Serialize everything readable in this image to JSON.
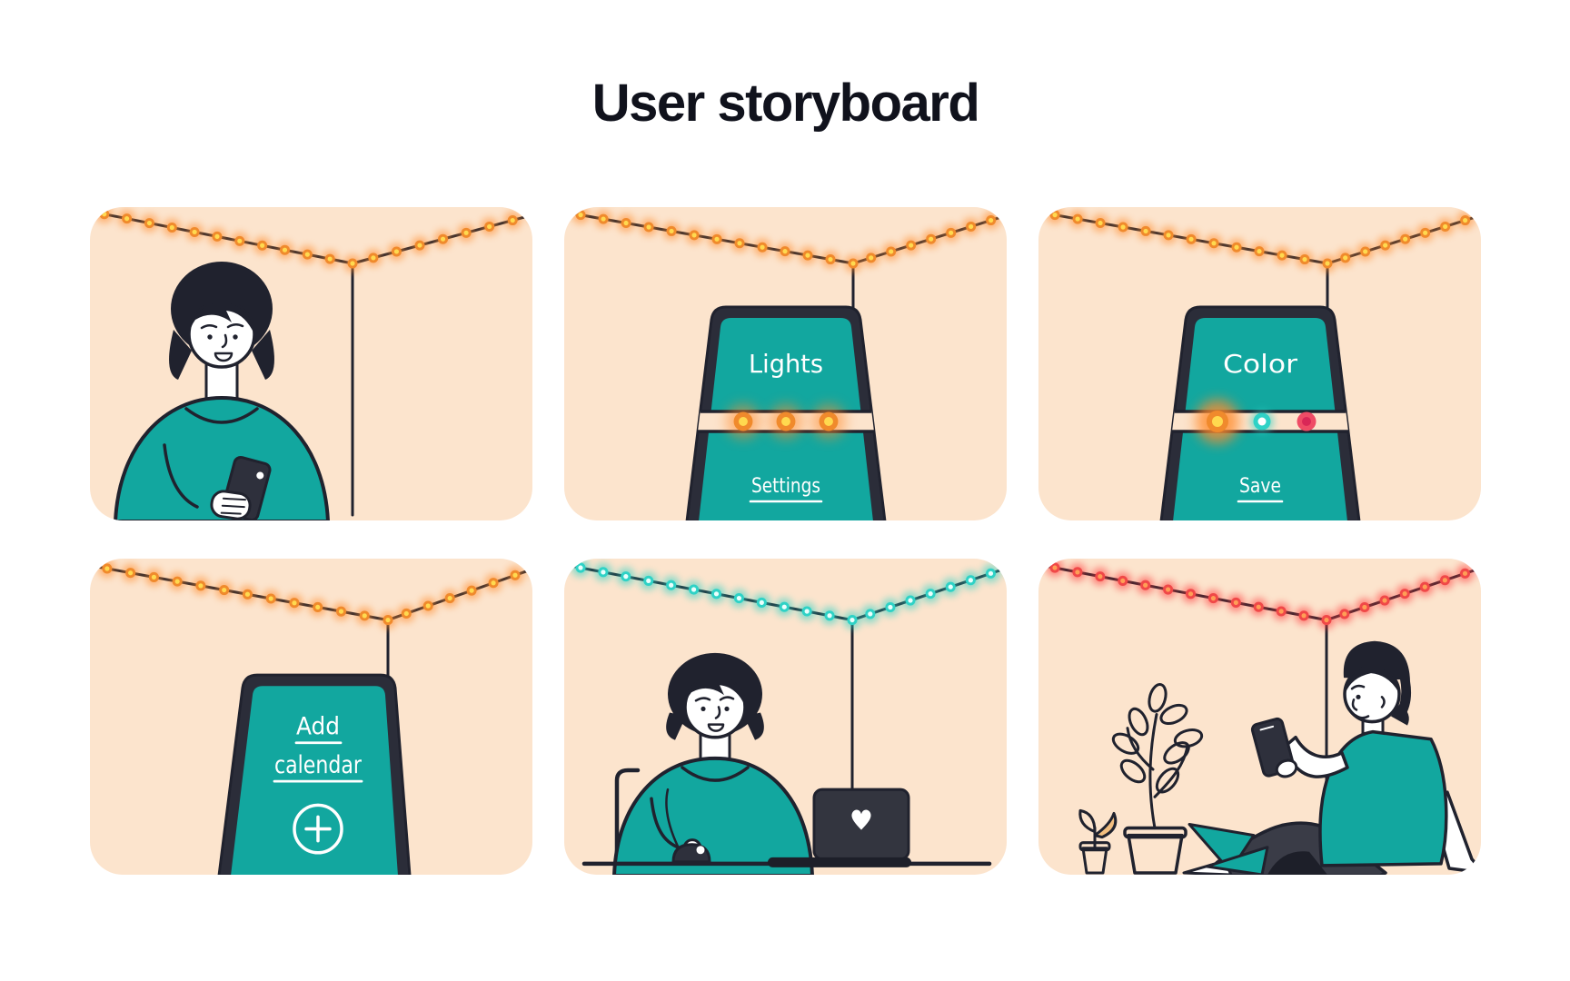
{
  "page": {
    "title": "User storyboard"
  },
  "screens": {
    "lights": {
      "title": "Lights",
      "action": "Settings"
    },
    "color": {
      "title": "Color",
      "action": "Save"
    },
    "add_calendar": {
      "title_line1": "Add",
      "title_line2": "calendar"
    }
  },
  "icons": {
    "plus": "plus-icon",
    "heart": "heart-icon"
  },
  "palette": {
    "page_bg": "#ffffff",
    "panel_bg": "#fce4cd",
    "title_ink": "#10121c",
    "ink": "#20222e",
    "teal": "#12a79f",
    "frame": "#2b2d39",
    "screen_device": "#2e303c",
    "laptop": "#33353f",
    "laptop_base": "#1d1f29",
    "pants": "#3a3c47",
    "pants_shadow": "#1d1f29",
    "crimson": "#ef4c66",
    "crimson_deep": "#d92757",
    "leaf_tint": "#f2be7f",
    "white": "#ffffff"
  },
  "lights": {
    "orange": {
      "core": "#f08a2c",
      "center": "#ffd94f",
      "glow": "#ff8c2e"
    },
    "teal": {
      "core": "#2fd2c6",
      "center": "#eafffd",
      "glow": "#2fd2c6"
    },
    "red": {
      "core": "#f04848",
      "center": "#ff9e56",
      "glow": "#ff3d3d"
    },
    "pink": {
      "core": "#f04fae",
      "center": "#ffd94f",
      "glow": "#ff4fd8"
    }
  }
}
